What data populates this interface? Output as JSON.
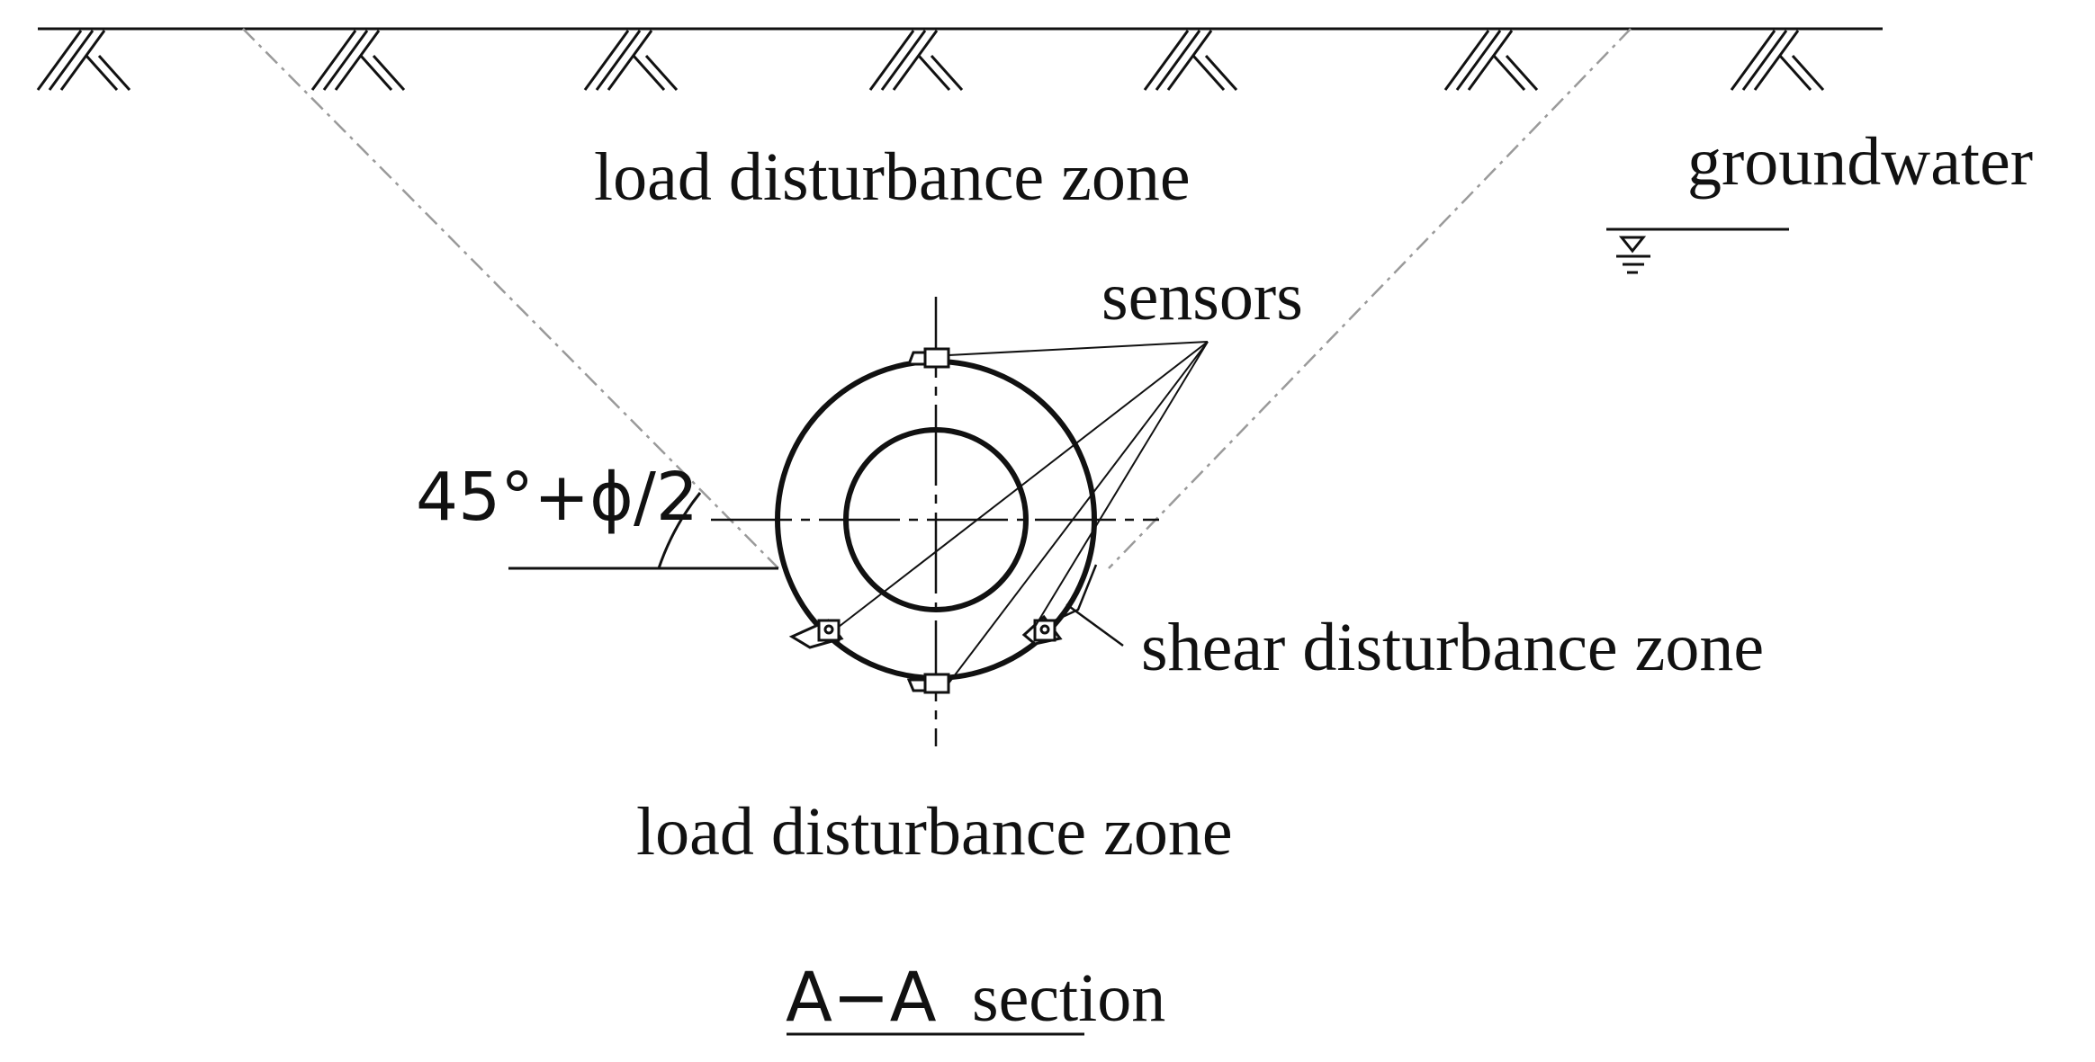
{
  "labels": {
    "load_zone_top": "load disturbance zone",
    "groundwater": "groundwater",
    "sensors": "sensors",
    "angle": "45°+ϕ/2",
    "shear_zone": "shear disturbance zone",
    "load_zone_bottom": "load disturbance zone",
    "section_prefix": "A−A",
    "section_word": "section"
  },
  "colors": {
    "line": "#111111",
    "dashed": "#9a9a9a"
  }
}
